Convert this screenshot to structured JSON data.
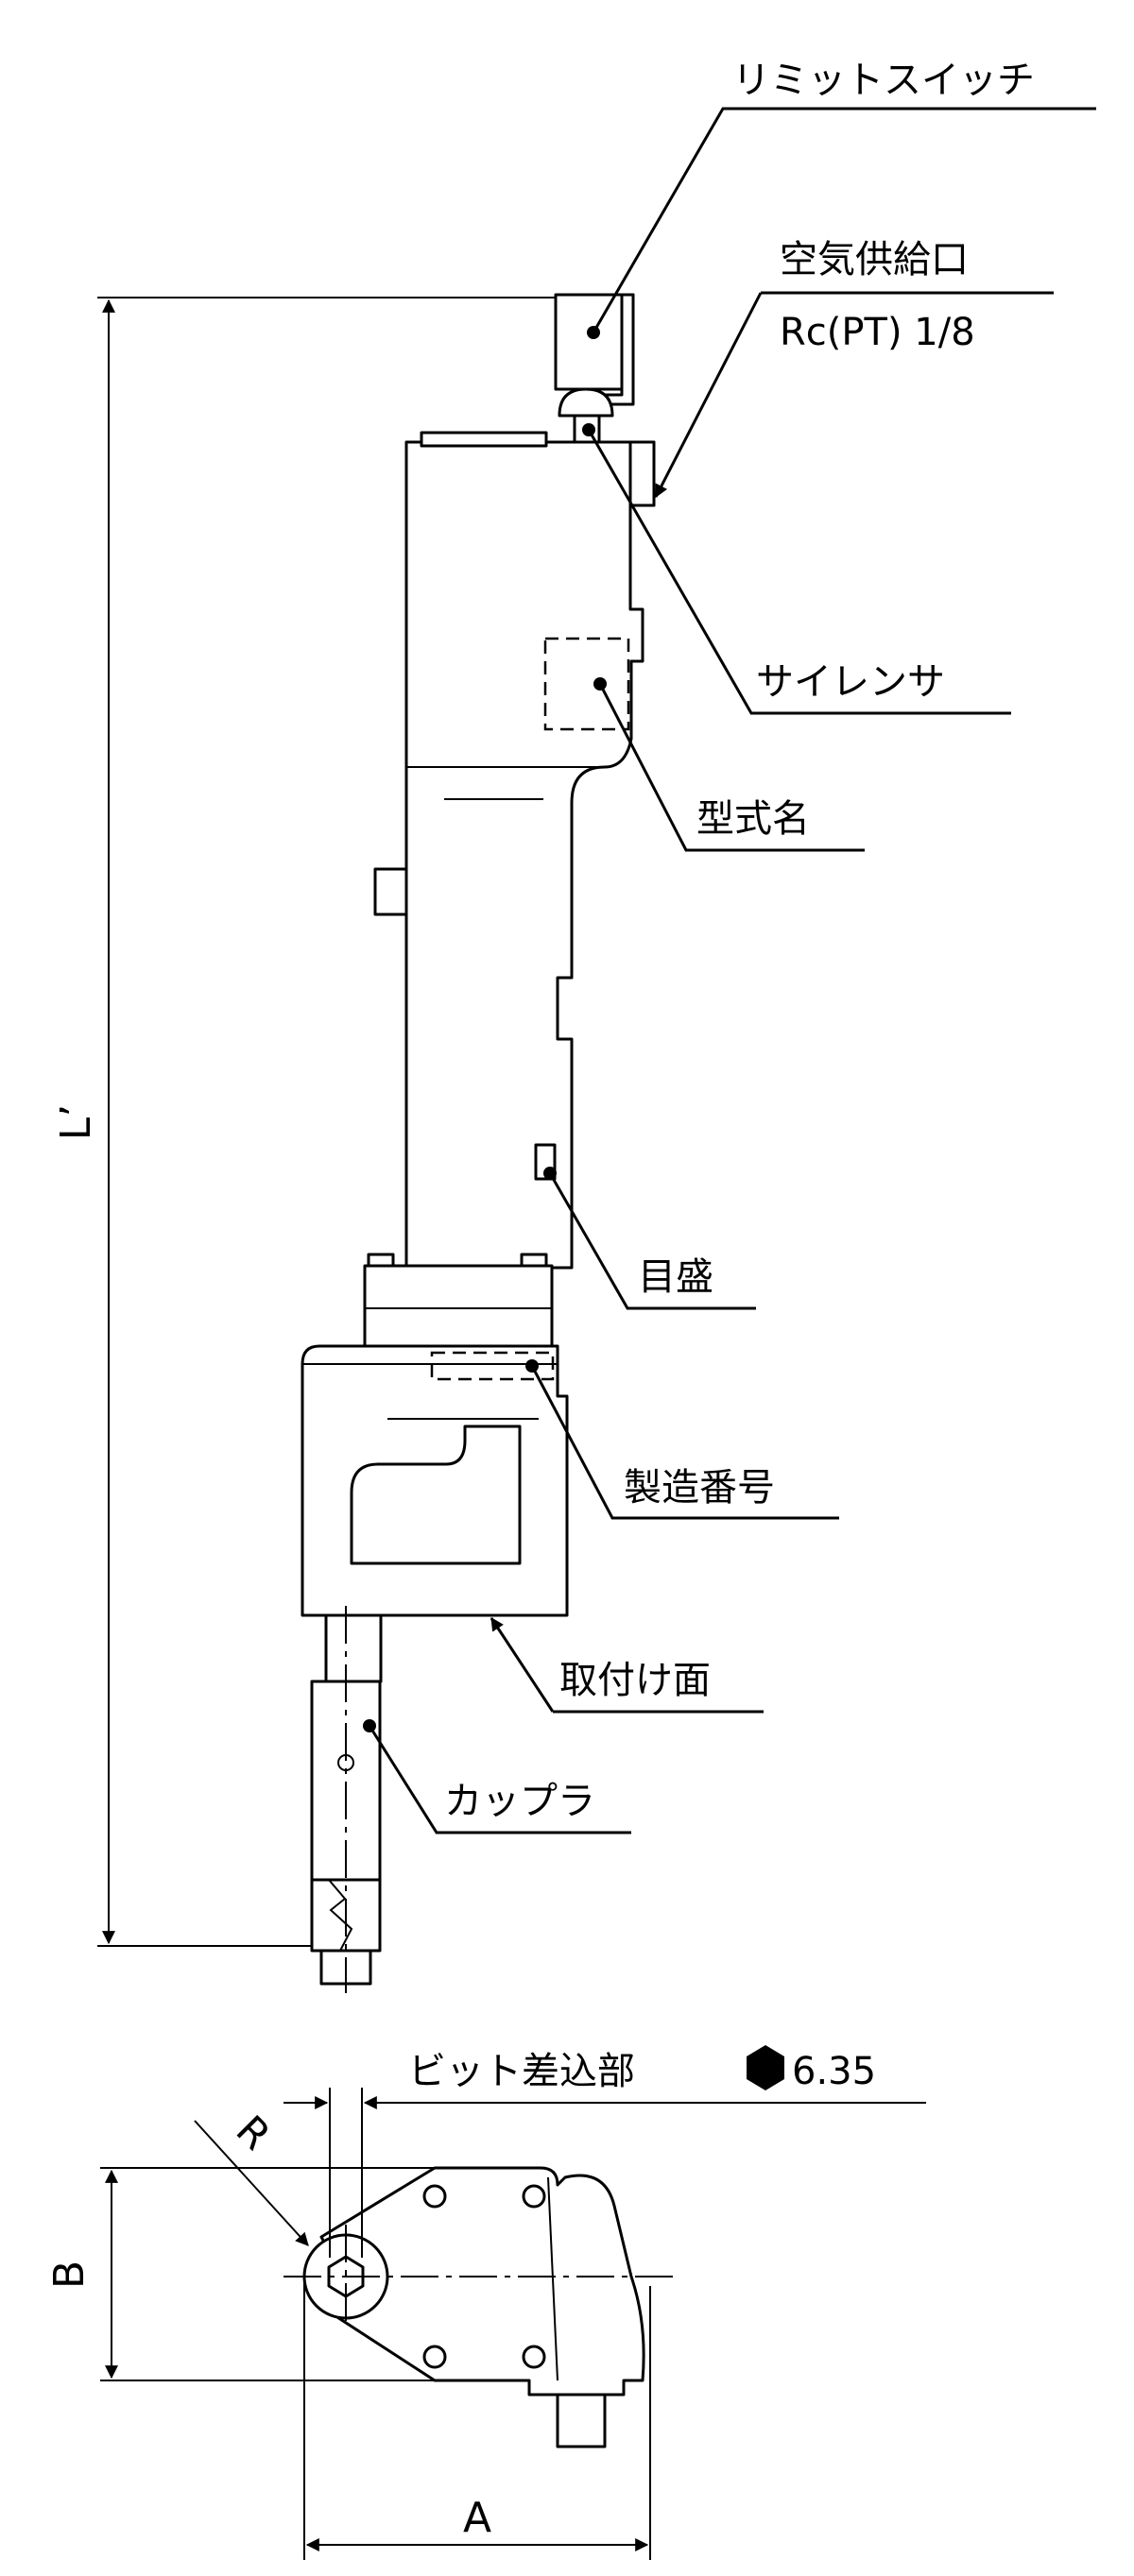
{
  "labels": {
    "limit_switch": "リミットスイッチ",
    "air_supply": "空気供給口",
    "air_supply_thread": "Rc(PT) 1/8",
    "silencer": "サイレンサ",
    "model_name": "型式名",
    "scale": "目盛",
    "serial_number": "製造番号",
    "mounting_face": "取付け面",
    "coupler": "カップラ",
    "bit_insert": "ビット差込部",
    "bit_size": "6.35"
  },
  "dimensions": {
    "length": "L’",
    "radius": "R",
    "height": "B",
    "width": "A"
  },
  "colors": {
    "line": "#000000",
    "background": "#ffffff"
  },
  "icons": {
    "bit_hex_mark": "filled-hexagon"
  }
}
